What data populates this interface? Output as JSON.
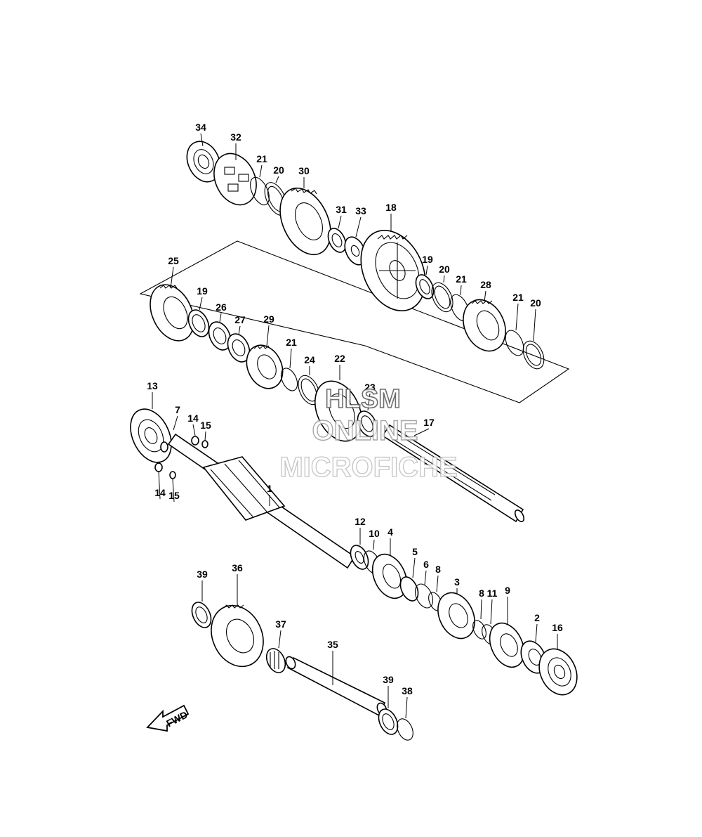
{
  "diagram": {
    "callouts": [
      "34",
      "32",
      "21",
      "20",
      "30",
      "31",
      "33",
      "18",
      "25",
      "19",
      "26",
      "27",
      "29",
      "21",
      "24",
      "22",
      "23",
      "17",
      "19",
      "20",
      "21",
      "28",
      "21",
      "20",
      "13",
      "7",
      "14",
      "15",
      "14",
      "15",
      "1",
      "12",
      "10",
      "4",
      "5",
      "6",
      "8",
      "3",
      "8",
      "11",
      "9",
      "2",
      "16",
      "39",
      "36",
      "37",
      "35",
      "39",
      "38"
    ]
  },
  "watermark": {
    "line1": "HLSM",
    "line2": "ONLINE",
    "line3": "MICROFICHE"
  },
  "fwd_label": "FWD"
}
